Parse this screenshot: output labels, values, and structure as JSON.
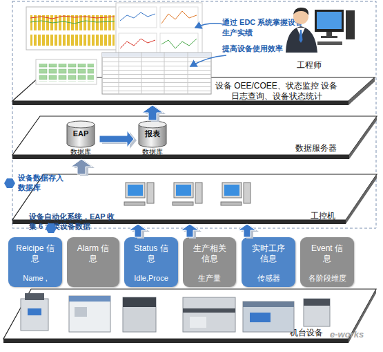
{
  "diagram": {
    "nodes": [
      {
        "text": [
          "设备 OEE/COEE、状态监控 设备日志查询、设备状态统计"
        ]
      },
      {
        "text": [
          "数据服务器"
        ]
      },
      {
        "text": [
          "EAP",
          "数据库"
        ],
        "in": 1
      },
      {
        "text": [
          "报表",
          "数据库"
        ],
        "in": 1
      },
      {
        "text": [
          "工控机"
        ]
      },
      {
        "text": [
          "Reicipe 信息",
          "Name ,"
        ]
      },
      {
        "text": [
          "Alarm 信息"
        ]
      },
      {
        "text": [
          "Status 信息",
          "Idle,Proce"
        ]
      },
      {
        "text": [
          "生产相关 信息",
          "生产量"
        ]
      },
      {
        "text": [
          "实时工序 信息",
          "传感器"
        ]
      },
      {
        "text": [
          "Event 信息",
          "各阶段维度"
        ]
      },
      {
        "text": [
          "机台设备"
        ]
      }
    ],
    "edges": [
      {
        "from": 2,
        "to": 3,
        "arrow": "to"
      },
      {
        "from": 3,
        "to": 0,
        "arrow": "to"
      },
      {
        "from": 4,
        "to": 1,
        "arrow": "to"
      },
      {
        "from": 7,
        "to": 4,
        "arrow": "to"
      },
      {
        "from": 8,
        "to": 4,
        "arrow": "to"
      },
      {
        "from": 9,
        "to": 4,
        "arrow": "to"
      }
    ],
    "labels": [
      "通过 EDC 系统掌握设备生产实绩",
      "提高设备使用效率",
      "工程师",
      "设备数据存入数据库",
      "设备自动化系统，EAP 收集 6 大类设备数据",
      "e-works"
    ]
  }
}
